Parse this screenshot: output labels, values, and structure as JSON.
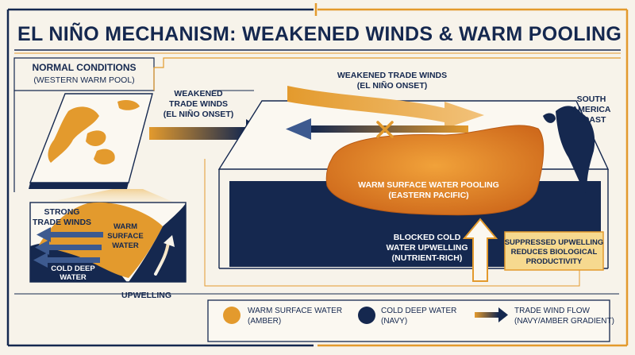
{
  "title": "EL NIÑO MECHANISM: WEAKENED WINDS & WARM POOLING",
  "normal": {
    "heading": "NORMAL CONDITIONS",
    "subheading": "(WESTERN WARM POOL)",
    "strong_winds": [
      "STRONG",
      "TRADE WINDS"
    ],
    "warm_water": [
      "WARM",
      "SURFACE",
      "WATER"
    ],
    "cold_water": [
      "COLD DEEP",
      "WATER"
    ],
    "upwelling": "UPWELLING"
  },
  "transition_label": [
    "WEAKENED",
    "TRADE WINDS",
    "(EL NIÑO ONSET)"
  ],
  "el_nino": {
    "winds_label": [
      "WEAKENED TRADE WINDS",
      "(EL NIÑO ONSET)"
    ],
    "coast_label": [
      "SOUTH",
      "AMERICA",
      "COAST"
    ],
    "pool_label": [
      "WARM SURFACE WATER POOLING",
      "(EASTERN PACIFIC)"
    ],
    "blocked_label": [
      "BLOCKED COLD",
      "WATER UPWELLING",
      "(NUTRIENT-RICH)"
    ],
    "suppressed_label": [
      "SUPPRESSED UPWELLING",
      "REDUCES BIOLOGICAL",
      "PRODUCTIVITY"
    ]
  },
  "legend": {
    "warm": [
      "WARM SURFACE WATER",
      "(AMBER)"
    ],
    "cold": [
      "COLD DEEP WATER",
      "(NAVY)"
    ],
    "wind": [
      "TRADE WIND FLOW",
      "(NAVY/AMBER GRADIENT)"
    ]
  },
  "colors": {
    "navy": "#15284f",
    "amber": "#e39a2d",
    "cream": "#f7f3ea"
  }
}
